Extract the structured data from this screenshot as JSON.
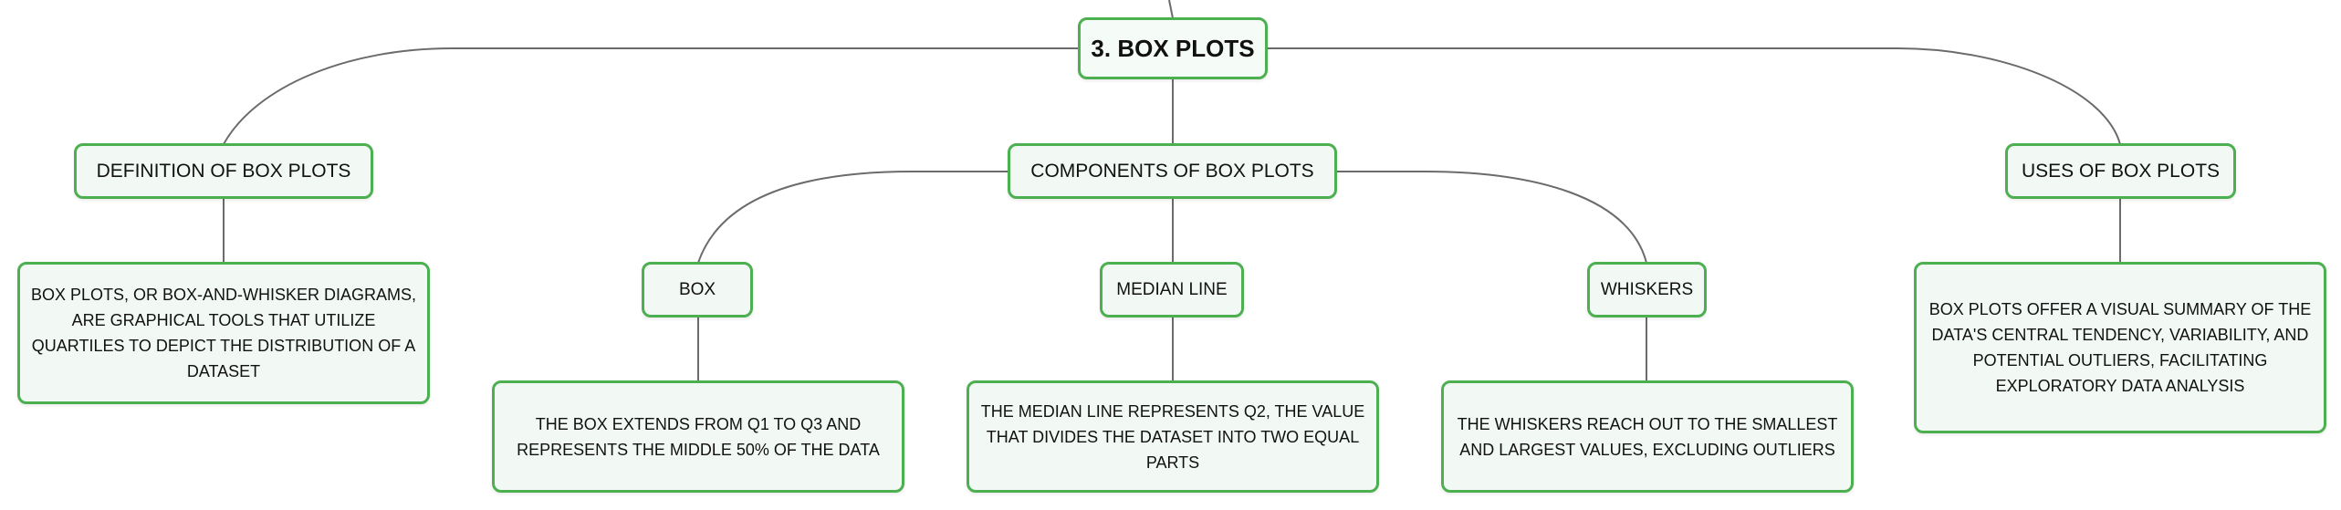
{
  "diagram": {
    "root": {
      "label": "3. BOX PLOTS"
    },
    "definition": {
      "label": "DEFINITION OF BOX PLOTS",
      "detail": "BOX PLOTS, OR BOX-AND-WHISKER DIAGRAMS, ARE GRAPHICAL TOOLS THAT UTILIZE QUARTILES TO DEPICT THE DISTRIBUTION OF A DATASET"
    },
    "components": {
      "label": "COMPONENTS OF BOX PLOTS",
      "box": {
        "label": "BOX",
        "detail": "THE BOX EXTENDS FROM Q1 TO Q3 AND REPRESENTS THE MIDDLE 50% OF THE DATA"
      },
      "median": {
        "label": "MEDIAN LINE",
        "detail": "THE MEDIAN LINE REPRESENTS Q2, THE VALUE THAT DIVIDES THE DATASET INTO TWO EQUAL PARTS"
      },
      "whiskers": {
        "label": "WHISKERS",
        "detail": "THE WHISKERS REACH OUT TO THE SMALLEST AND LARGEST VALUES, EXCLUDING OUTLIERS"
      }
    },
    "uses": {
      "label": "USES OF BOX PLOTS",
      "detail": "BOX PLOTS OFFER A VISUAL SUMMARY OF THE DATA'S CENTRAL TENDENCY, VARIABILITY, AND POTENTIAL OUTLIERS, FACILITATING EXPLORATORY DATA ANALYSIS"
    }
  },
  "colors": {
    "node_border": "#4caf50",
    "node_fill": "#f2f9f4",
    "connector": "#6b6b6b"
  }
}
